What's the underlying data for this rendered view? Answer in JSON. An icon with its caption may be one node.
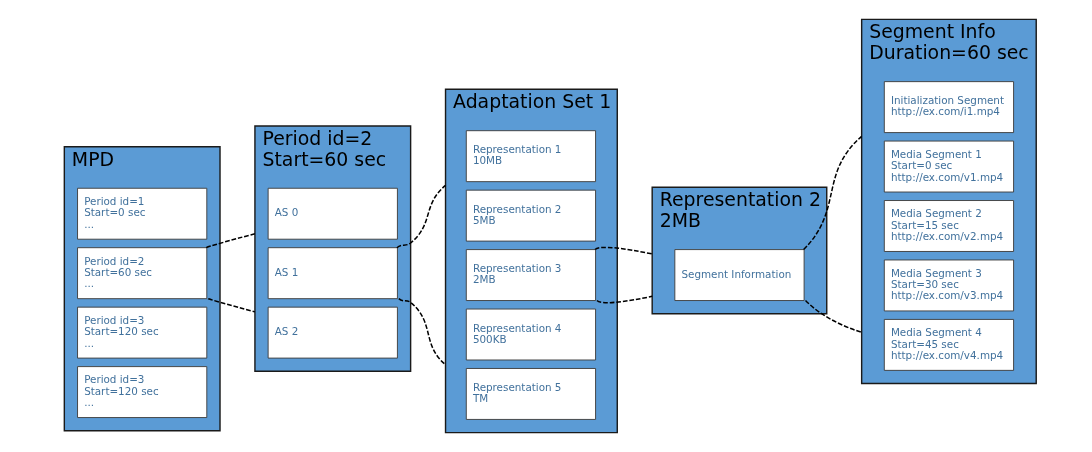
{
  "diagram": {
    "nodes": [
      {
        "text": [
          "MPD"
        ]
      },
      {
        "text": [
          "Period id=1",
          "Start=0 sec",
          "..."
        ],
        "in": 0
      },
      {
        "text": [
          "Period id=2",
          "Start=60 sec",
          "..."
        ],
        "in": 0
      },
      {
        "text": [
          "Period id=3",
          "Start=120 sec",
          "..."
        ],
        "in": 0
      },
      {
        "text": [
          "Period id=3",
          "Start=120 sec",
          "..."
        ],
        "in": 0
      },
      {
        "text": [
          "Period id=2",
          "Start=60 sec"
        ]
      },
      {
        "text": [
          "AS 0"
        ],
        "in": 5
      },
      {
        "text": [
          "AS 1"
        ],
        "in": 5
      },
      {
        "text": [
          "AS 2"
        ],
        "in": 5
      },
      {
        "text": [
          "Adaptation Set 1"
        ]
      },
      {
        "text": [
          "Representation 1",
          "10MB"
        ],
        "in": 9
      },
      {
        "text": [
          "Representation 2",
          "5MB"
        ],
        "in": 9
      },
      {
        "text": [
          "Representation 3",
          "2MB"
        ],
        "in": 9
      },
      {
        "text": [
          "Representation 4",
          "500KB"
        ],
        "in": 9
      },
      {
        "text": [
          "Representation 5",
          "TM"
        ],
        "in": 9
      },
      {
        "text": [
          "Representation 2",
          "2MB"
        ]
      },
      {
        "text": [
          "Segment Information"
        ],
        "in": 15
      },
      {
        "text": [
          "Segment Info",
          "Duration=60 sec"
        ]
      },
      {
        "text": [
          "Initialization Segment",
          "http://ex.com/i1.mp4"
        ],
        "in": 17
      },
      {
        "text": [
          "Media Segment 1",
          "Start=0 sec",
          "http://ex.com/v1.mp4"
        ],
        "in": 17
      },
      {
        "text": [
          "Media Segment 2",
          "Start=15 sec",
          "http://ex.com/v2.mp4"
        ],
        "in": 17
      },
      {
        "text": [
          "Media Segment 3",
          "Start=30 sec",
          "http://ex.com/v3.mp4"
        ],
        "in": 17
      },
      {
        "text": [
          "Media Segment 4",
          "Start=45 sec",
          "http://ex.com/v4.mp4"
        ],
        "in": 17
      }
    ],
    "edges": [
      {
        "from": 2,
        "to": 5,
        "arrow": "none",
        "style": "dashed"
      },
      {
        "from": 2,
        "to": 5,
        "arrow": "none",
        "style": "dashed"
      },
      {
        "from": 7,
        "to": 9,
        "arrow": "none",
        "style": "dashed"
      },
      {
        "from": 7,
        "to": 9,
        "arrow": "none",
        "style": "dashed"
      },
      {
        "from": 12,
        "to": 15,
        "arrow": "none",
        "style": "dashed"
      },
      {
        "from": 12,
        "to": 15,
        "arrow": "none",
        "style": "dashed"
      },
      {
        "from": 16,
        "to": 17,
        "arrow": "none",
        "style": "dashed"
      },
      {
        "from": 16,
        "to": 17,
        "arrow": "none",
        "style": "dashed"
      }
    ]
  }
}
